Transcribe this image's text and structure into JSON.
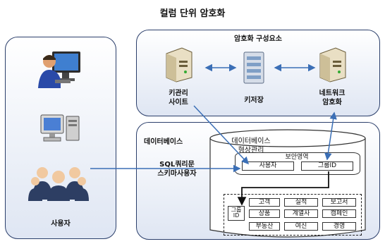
{
  "title": "컬럼 단위 암호화",
  "user_panel": {
    "label": "사용자"
  },
  "crypto_panel": {
    "label": "암호화 구성요소",
    "components": [
      {
        "label": "키관리\n사이트"
      },
      {
        "label": "키저장"
      },
      {
        "label": "네트워크\n암호화"
      }
    ]
  },
  "db_panel": {
    "label": "데이터베이스",
    "mgmt_label": "데이터베이스\n형상관리",
    "query_label": "SQL쿼리문\n스키마사용자",
    "secure_zone": {
      "label": "보안영역",
      "fields": [
        "사용자",
        "그룹ID"
      ]
    },
    "group_label": "그룹\nID",
    "grid": [
      [
        "고객",
        "실적",
        "보고서"
      ],
      [
        "상품",
        "계열사",
        "캠페인"
      ],
      [
        "부동산",
        "여신",
        "경영"
      ]
    ]
  },
  "colors": {
    "panel_border": "#2b3f6b",
    "arrow_blue": "#3b6fb6"
  }
}
